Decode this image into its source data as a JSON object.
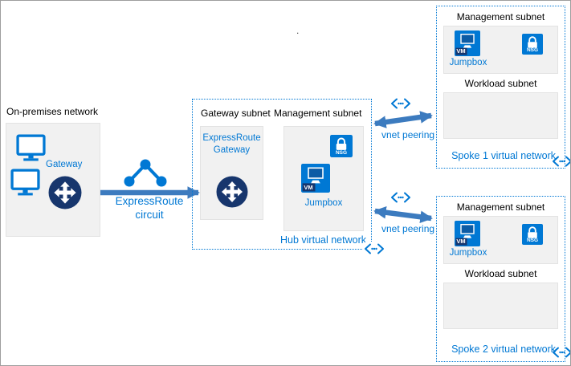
{
  "colors": {
    "accent": "#0078d4",
    "arrow": "#3c7bbf",
    "navy": "#17366d",
    "box_fill": "#f1f1f1",
    "box_border": "#e3e3e3",
    "text": "#000000"
  },
  "stray_dot": ".",
  "onprem": {
    "title": "On-premises network",
    "gateway_label": "Gateway"
  },
  "expressroute": {
    "circuit_label": "ExpressRoute circuit"
  },
  "hub": {
    "gateway_subnet": {
      "label": "Gateway subnet",
      "gateway_name": "ExpressRoute Gateway"
    },
    "management_subnet": {
      "label": "Management subnet",
      "nsg_label": "NSG",
      "vm_label": "VM",
      "jumpbox_label": "Jumpbox"
    },
    "title": "Hub virtual network"
  },
  "peering": {
    "top_label": "vnet peering",
    "bottom_label": "vnet peering"
  },
  "spokes": [
    {
      "management_subnet_label": "Management subnet",
      "vm_label": "VM",
      "nsg_label": "NSG",
      "jumpbox_label": "Jumpbox",
      "workload_subnet_label": "Workload subnet",
      "title": "Spoke 1 virtual network"
    },
    {
      "management_subnet_label": "Management subnet",
      "vm_label": "VM",
      "nsg_label": "NSG",
      "jumpbox_label": "Jumpbox",
      "workload_subnet_label": "Workload subnet",
      "title": "Spoke 2 virtual network"
    }
  ]
}
